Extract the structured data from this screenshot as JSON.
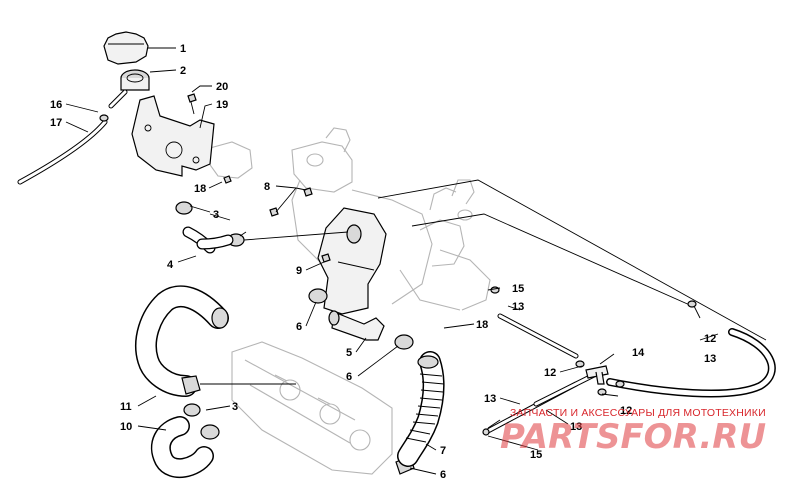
{
  "callouts": [
    {
      "id": "c1",
      "text": "1"
    },
    {
      "id": "c2",
      "text": "2"
    },
    {
      "id": "c20",
      "text": "20"
    },
    {
      "id": "c19",
      "text": "19"
    },
    {
      "id": "c16",
      "text": "16"
    },
    {
      "id": "c17",
      "text": "17"
    },
    {
      "id": "c8",
      "text": "8"
    },
    {
      "id": "c18a",
      "text": "18"
    },
    {
      "id": "c3a",
      "text": "3"
    },
    {
      "id": "c4",
      "text": "4"
    },
    {
      "id": "c9",
      "text": "9"
    },
    {
      "id": "c15a",
      "text": "15"
    },
    {
      "id": "c13a",
      "text": "13"
    },
    {
      "id": "c18b",
      "text": "18"
    },
    {
      "id": "c6a",
      "text": "6"
    },
    {
      "id": "c5",
      "text": "5"
    },
    {
      "id": "c6b",
      "text": "6"
    },
    {
      "id": "c12a",
      "text": "12"
    },
    {
      "id": "c13b",
      "text": "13"
    },
    {
      "id": "c14",
      "text": "14"
    },
    {
      "id": "c12b",
      "text": "12"
    },
    {
      "id": "c12c",
      "text": "12"
    },
    {
      "id": "c11",
      "text": "11"
    },
    {
      "id": "c3b",
      "text": "3"
    },
    {
      "id": "c10",
      "text": "10"
    },
    {
      "id": "c13c",
      "text": "13"
    },
    {
      "id": "c13d",
      "text": "13"
    },
    {
      "id": "c15b",
      "text": "15"
    },
    {
      "id": "c7",
      "text": "7"
    },
    {
      "id": "c6c",
      "text": "6"
    }
  ],
  "watermark": {
    "tagline": "ЗАПЧАСТИ И АКСЕССУАРЫ ДЛЯ МОТОТЕХНИКИ",
    "logo": "PARTSFOR.RU",
    "color": "#d8262b"
  }
}
